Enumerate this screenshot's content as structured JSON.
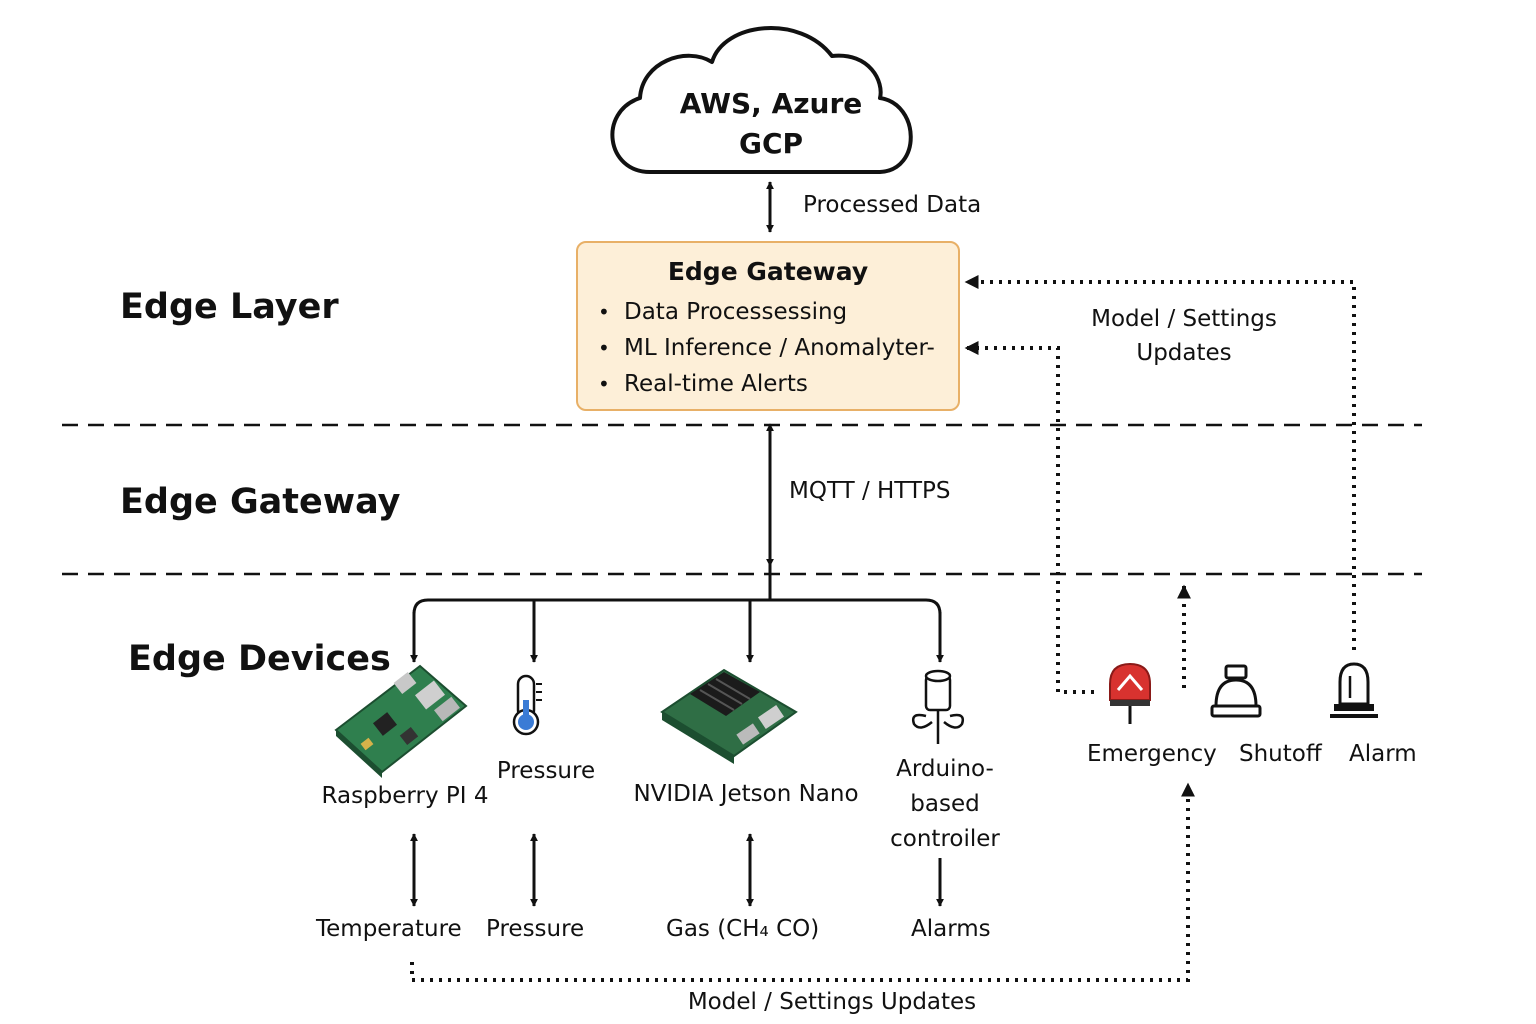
{
  "cloud": {
    "line1": "AWS, Azure",
    "line2": "GCP"
  },
  "links": {
    "processed_data": "Processed Data",
    "mqtt": "MQTT / HTTPS",
    "model_settings_top": [
      "Model / Settings",
      "Updates"
    ],
    "model_settings_bottom": "Model / Settings Updates"
  },
  "layers": {
    "edge_layer": "Edge Layer",
    "edge_gateway": "Edge Gateway",
    "edge_devices": "Edge Devices"
  },
  "gateway_box": {
    "title": "Edge Gateway",
    "items": [
      "Data Processessing",
      "ML Inference / Anomalyter-",
      "Real-time Alerts"
    ]
  },
  "devices": {
    "raspberry": "Raspberry PI 4",
    "pressure_sensor": "Pressure",
    "jetson": "NVIDIA Jetson Nano",
    "arduino": [
      "Arduino-",
      "based",
      "controiler"
    ]
  },
  "sensors": {
    "temperature": "Temperature",
    "pressure": "Pressure",
    "gas": "Gas (CH₄ CO)",
    "alarms": "Alarms"
  },
  "actuators": {
    "emergency": "Emergency",
    "shutoff": "Shutoff",
    "alarm": "Alarm"
  },
  "colors": {
    "box_fill": "#fdefd8",
    "box_border": "#e8b067",
    "line": "#111111",
    "emergency_red": "#d8322f",
    "board_green": "#2f7f4e",
    "thermo_blue": "#3a7bd5"
  },
  "icons": [
    "cloud-icon",
    "raspberry-pi-icon",
    "thermometer-icon",
    "jetson-nano-icon",
    "arduino-icon",
    "emergency-button-icon",
    "shutoff-valve-icon",
    "alarm-siren-icon"
  ]
}
